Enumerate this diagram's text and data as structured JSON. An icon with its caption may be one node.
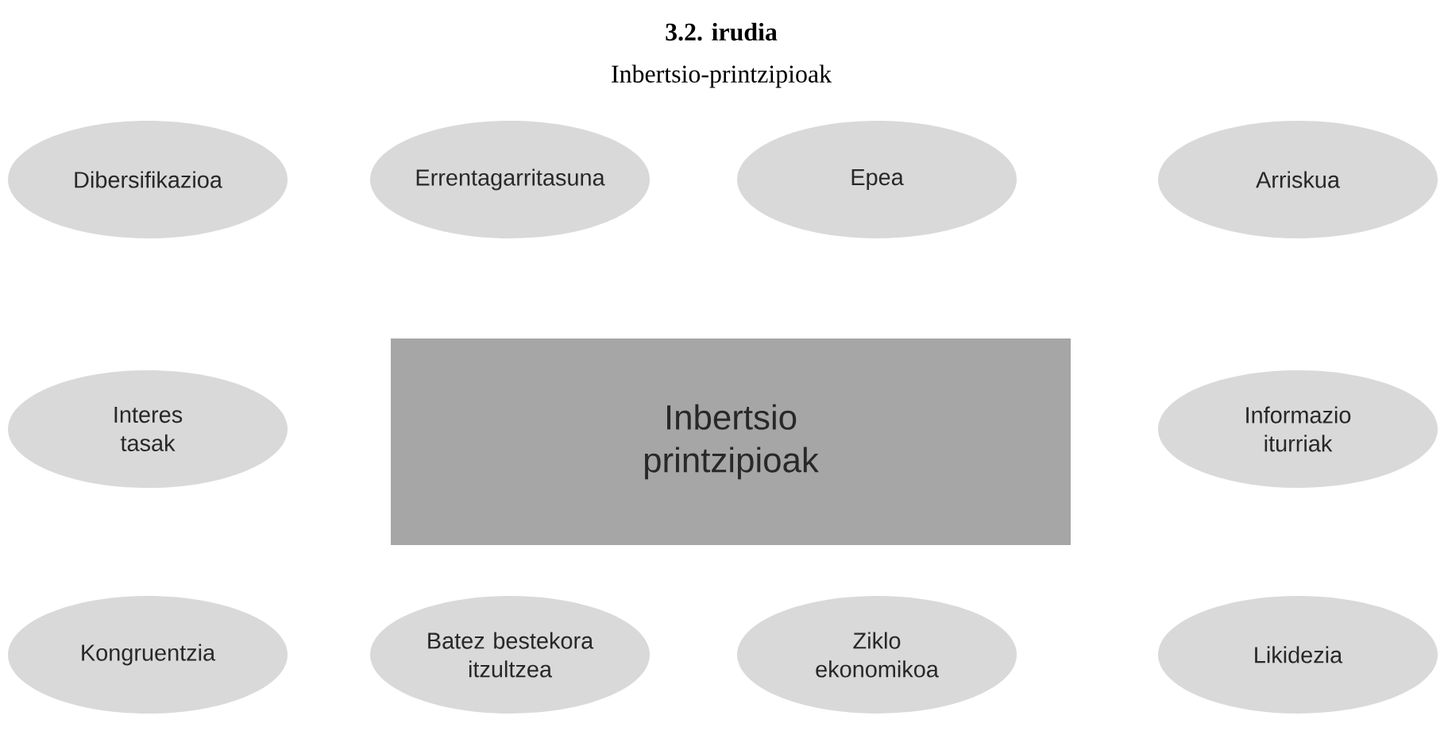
{
  "diagram": {
    "title": "3.2. irudia",
    "nodes": [
      {
        "text": [
          "Dibersifikazioa"
        ]
      },
      {
        "text": [
          "Errentagarritasuna"
        ]
      },
      {
        "text": [
          "Epea"
        ]
      },
      {
        "text": [
          "Arriskua"
        ]
      },
      {
        "text": [
          "Interes tasak"
        ]
      },
      {
        "text": [
          "Inbertsio printzipioak"
        ]
      },
      {
        "text": [
          "Informazio iturriak"
        ]
      },
      {
        "text": [
          "Kongruentzia"
        ]
      },
      {
        "text": [
          "Batez bestekora itzultzea"
        ]
      },
      {
        "text": [
          "Ziklo ekonomikoa"
        ]
      },
      {
        "text": [
          "Likidezia"
        ]
      }
    ],
    "labels": [
      "Inbertsio-printzipioak"
    ]
  }
}
